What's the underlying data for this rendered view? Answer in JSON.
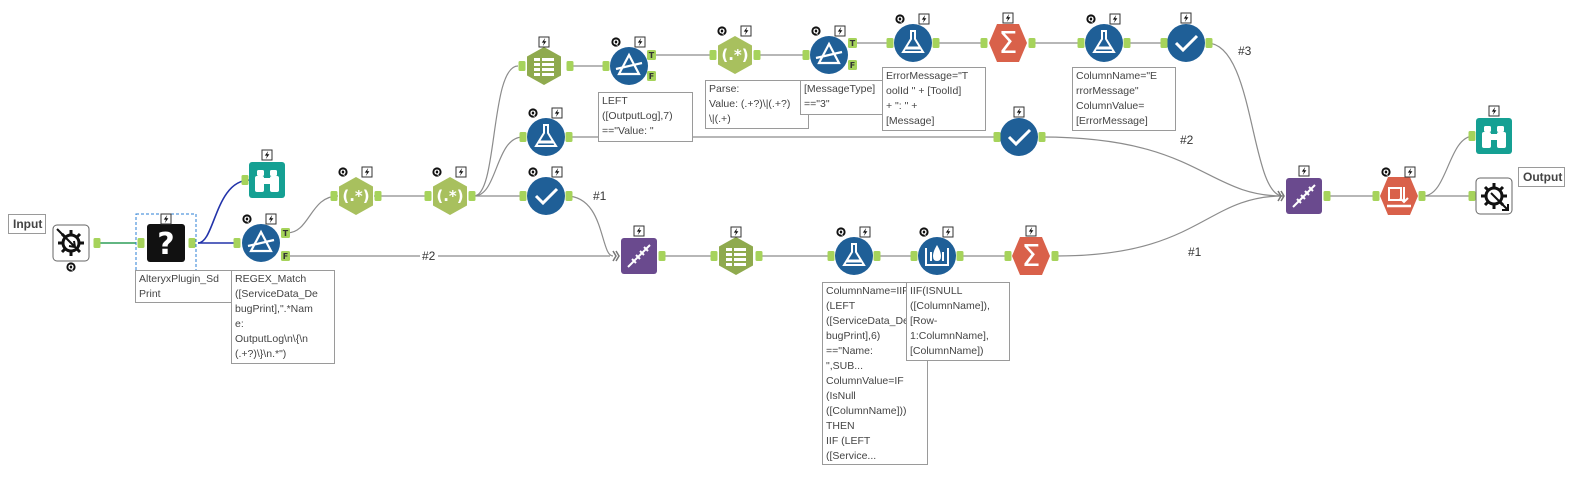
{
  "io_labels": {
    "input": "Input",
    "output": "Output"
  },
  "annotations": {
    "macro_name": "AlteryxPlugin_Sd\nPrint",
    "filter_main": "REGEX_Match\n([ServiceData_De\nbugPrint],\".*Nam\ne:\nOutputLog\\n\\{\\n\n(.+?)\\}\\n.*\")",
    "filter_top": "LEFT\n([OutputLog],7)\n==\"Value: \"",
    "regex_parse": "Parse:\nValue: (.+?)\\|(.+?)\n\\|(.+)",
    "filter_msg": "[MessageType]\n==\"3\"",
    "formula_error": "ErrorMessage=\"T\noolId \" + [ToolId]\n+ \": \" +\n[Message]",
    "formula_column": "ColumnName=\"E\nrrorMessage\"\nColumnValue=\n[ErrorMessage]",
    "formula_bottom": "ColumnName=IIF\n(LEFT\n([ServiceData_De\nbugPrint],6)\n==\"Name:\n\",SUB...\nColumnValue=IF\n(IsNull\n([ColumnName]))\nTHEN\nIIF (LEFT\n([Service...",
    "multirow": "IIF(ISNULL\n([ColumnName]),\n[Row-\n1:ColumnName],\n[ColumnName])"
  },
  "connection_labels": {
    "c1": "#1",
    "c2_top": "#2",
    "c2_bottom": "#2",
    "c3": "#3",
    "c1_bottom": "#1"
  },
  "anchor_labels": {
    "true": "T",
    "false": "F"
  },
  "colors": {
    "blue": "#1f5f97",
    "green": "#8faa4e",
    "green_light": "#a8c05e",
    "teal": "#15a093",
    "purple": "#6a4a8e",
    "orange": "#d9614a",
    "black": "#111111",
    "anchor": "#a6d35b",
    "wire": "#8c8c8c",
    "wire_blue": "#2233aa",
    "wire_green": "#2f9e58"
  },
  "tools": [
    {
      "id": "input",
      "icon": "macro-input-icon"
    },
    {
      "id": "macro",
      "icon": "question-mark-icon"
    },
    {
      "id": "browse1",
      "icon": "binoculars-icon"
    },
    {
      "id": "filter1",
      "icon": "filter-icon"
    },
    {
      "id": "regex1",
      "icon": "regex-icon"
    },
    {
      "id": "regex2",
      "icon": "regex-icon"
    },
    {
      "id": "textcol1",
      "icon": "text-to-columns-icon"
    },
    {
      "id": "filter2",
      "icon": "filter-icon"
    },
    {
      "id": "regex3",
      "icon": "regex-icon"
    },
    {
      "id": "filter3",
      "icon": "filter-icon"
    },
    {
      "id": "formula1",
      "icon": "flask-icon"
    },
    {
      "id": "summarize1",
      "icon": "sigma-icon"
    },
    {
      "id": "formula2",
      "icon": "flask-icon"
    },
    {
      "id": "select1",
      "icon": "check-icon"
    },
    {
      "id": "formula3",
      "icon": "flask-icon"
    },
    {
      "id": "select2",
      "icon": "check-icon"
    },
    {
      "id": "select3",
      "icon": "check-icon"
    },
    {
      "id": "transpose1",
      "icon": "dna-icon"
    },
    {
      "id": "textcol2",
      "icon": "text-to-columns-icon"
    },
    {
      "id": "formula4",
      "icon": "flask-icon"
    },
    {
      "id": "multirow",
      "icon": "multi-row-formula-icon"
    },
    {
      "id": "summarize2",
      "icon": "sigma-icon"
    },
    {
      "id": "union",
      "icon": "dna-icon"
    },
    {
      "id": "crosstab",
      "icon": "cross-tab-icon"
    },
    {
      "id": "browse2",
      "icon": "binoculars-icon"
    },
    {
      "id": "output",
      "icon": "macro-output-icon"
    }
  ]
}
